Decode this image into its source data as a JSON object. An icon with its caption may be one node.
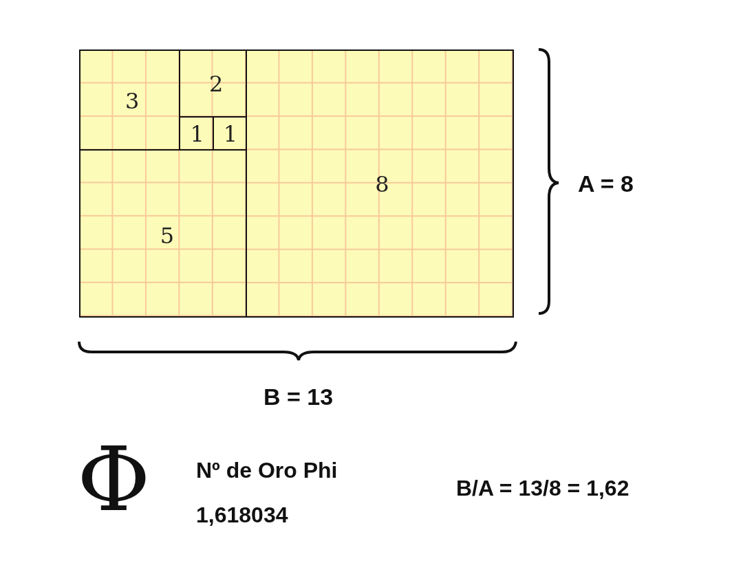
{
  "diagram": {
    "nodes": [
      {
        "text": [
          "3"
        ]
      },
      {
        "text": [
          "2"
        ]
      },
      {
        "text": [
          "1"
        ]
      },
      {
        "text": [
          "1"
        ]
      },
      {
        "text": [
          "5"
        ]
      },
      {
        "text": [
          "8"
        ]
      }
    ],
    "labels": [
      "A = 8",
      "B = 13",
      "Φ",
      "Nº de Oro Phi",
      "1,618034",
      "B/A = 13/8 = 1,62"
    ]
  }
}
